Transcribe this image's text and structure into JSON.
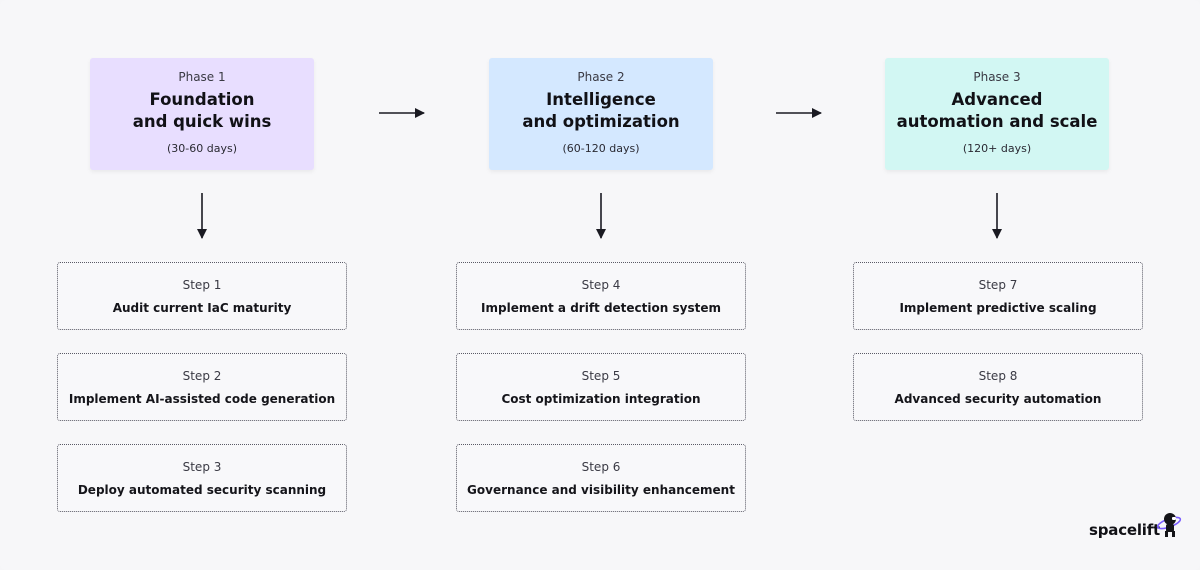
{
  "phases": [
    {
      "label": "Phase 1",
      "title": "Foundation\nand quick wins",
      "duration": "(30-60 days)",
      "color": "#e8deff"
    },
    {
      "label": "Phase 2",
      "title": "Intelligence\nand optimization",
      "duration": "(60-120 days)",
      "color": "#d4e8ff"
    },
    {
      "label": "Phase 3",
      "title": "Advanced\nautomation and scale",
      "duration": "(120+ days)",
      "color": "#d2f7f3"
    }
  ],
  "steps": [
    {
      "label": "Step 1",
      "title": "Audit current IaC maturity"
    },
    {
      "label": "Step 2",
      "title": "Implement AI-assisted code generation"
    },
    {
      "label": "Step 3",
      "title": "Deploy automated security scanning"
    },
    {
      "label": "Step 4",
      "title": "Implement a drift detection system"
    },
    {
      "label": "Step 5",
      "title": "Cost optimization integration"
    },
    {
      "label": "Step 6",
      "title": "Governance and visibility enhancement"
    },
    {
      "label": "Step 7",
      "title": "Implement predictive scaling"
    },
    {
      "label": "Step 8",
      "title": "Advanced security automation"
    }
  ],
  "brand": {
    "name": "spacelift",
    "logo_icon": "astronaut-icon"
  }
}
